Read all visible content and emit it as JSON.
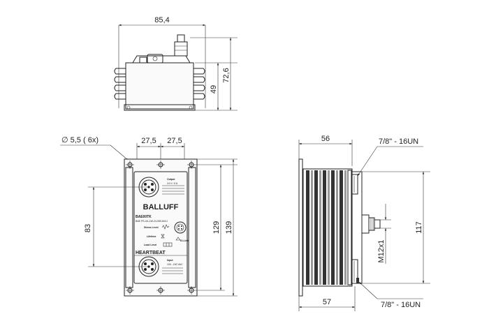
{
  "top_view": {
    "width_label": "85,4",
    "body_height_label": "49",
    "total_height_label": "72,6"
  },
  "front_view": {
    "hole_label": "∅ 5,5  ( 6x)",
    "spacing_left_label": "27,5",
    "spacing_right_label": "27,5",
    "connector_distance_label": "83",
    "inner_height_label": "129",
    "outer_height_label": "139",
    "brand": "BALLUFF",
    "model": "BAE00TK",
    "part_number": "BAE PS-XA-1W-24-050-604-I",
    "output_label": "Output",
    "output_rating": "24 V / 5 A",
    "stress_label": "Stress Level",
    "lifetime_label": "Lifetime",
    "load_label": "Load Level",
    "iolink_label": "IO-Link",
    "heartbeat_label": "HEARTBEAT",
    "input_label": "Input",
    "input_rating": "100...240 VAC"
  },
  "side_view": {
    "width_top_label": "56",
    "width_bottom_label": "57",
    "height_label": "117",
    "thread_label": "M12x1",
    "conn_top_label": "7/8\" - 16UN",
    "conn_bottom_label": "7/8\" - 16UN"
  }
}
